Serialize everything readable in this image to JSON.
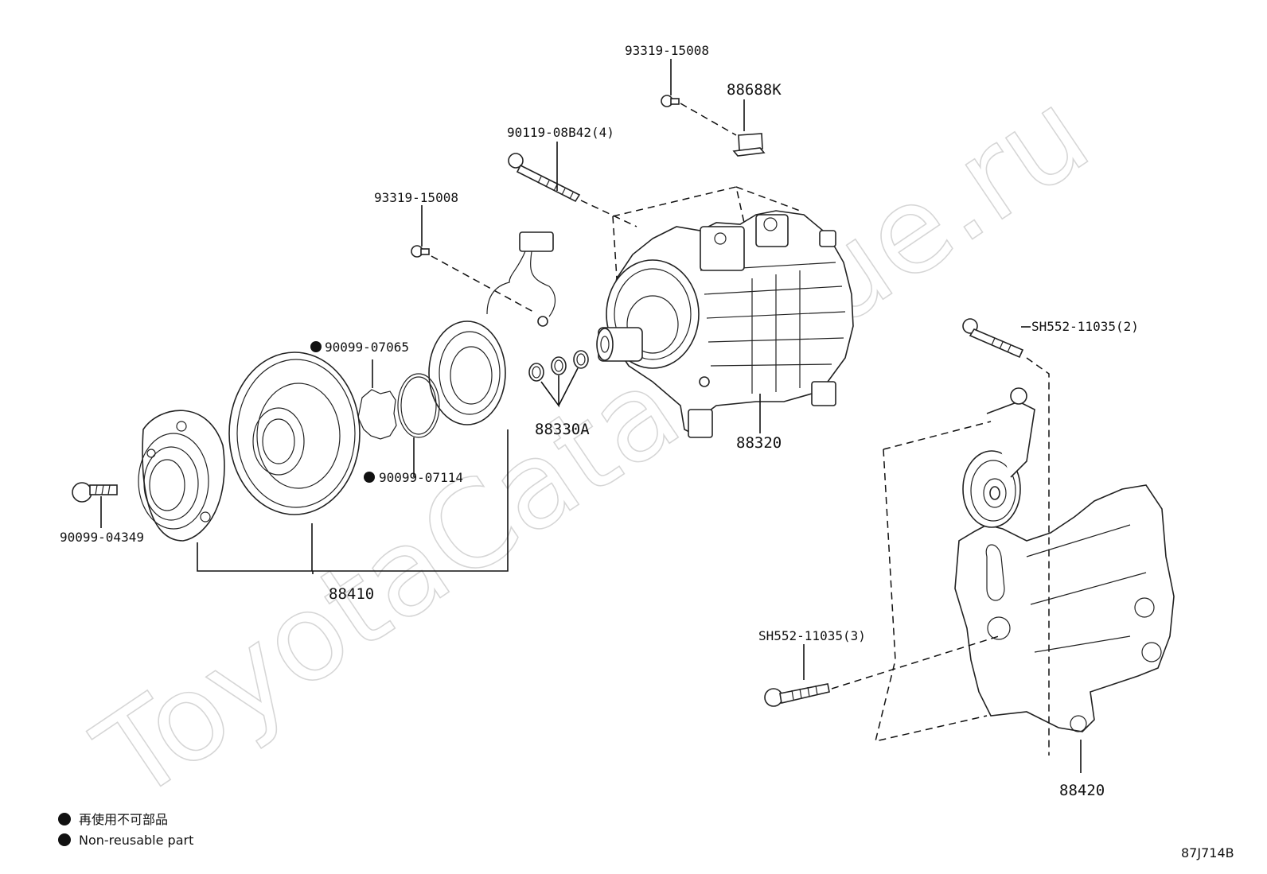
{
  "watermark": "ToyotaCatalogue.ru",
  "diagram_code": "87J714B",
  "legend": {
    "line1": "再使用不可部品",
    "line2": "Non-reusable part"
  },
  "labels": {
    "bolt_93319_top": "93319-15008",
    "clip_88688k": "88688K",
    "bolt_90119": "90119-08B42(4)",
    "bolt_93319_mid": "93319-15008",
    "ring_90099_07065": "90099-07065",
    "ring_90099_07114": "90099-07114",
    "bolt_90099_04349": "90099-04349",
    "shim_88330a": "88330A",
    "compressor_88320": "88320",
    "clutch_88410": "88410",
    "bolt_sh552_2": "SH552-11035(2)",
    "bolt_sh552_3": "SH552-11035(3)",
    "bracket_88420": "88420"
  },
  "colors": {
    "ink": "#111111",
    "watermark": "#d6d6d6",
    "background": "#ffffff"
  }
}
